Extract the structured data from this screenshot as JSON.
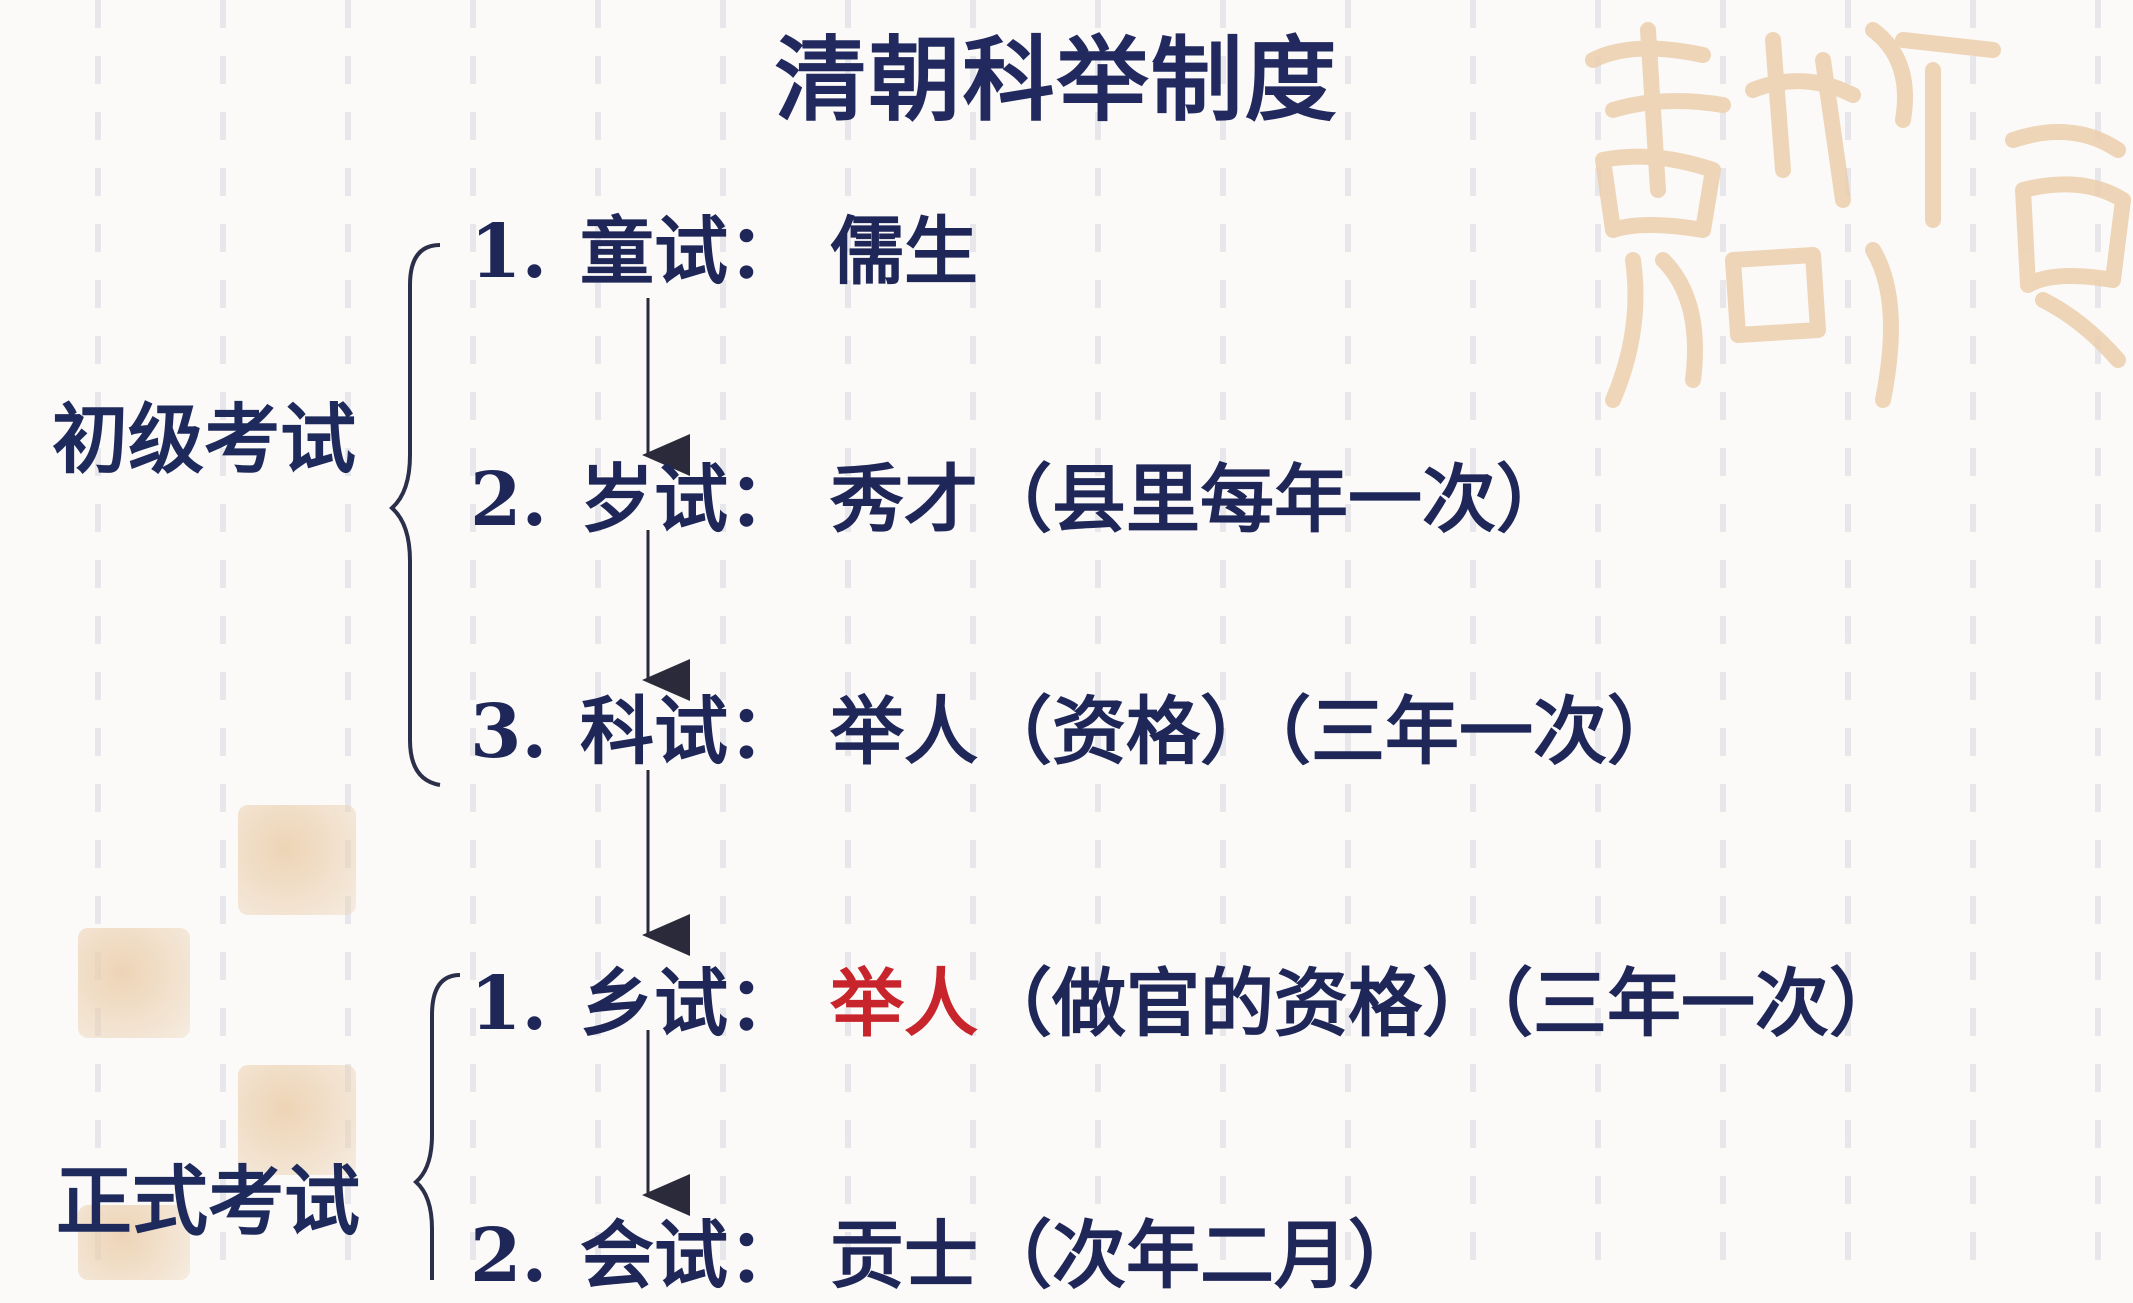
{
  "title": "清朝科举制度",
  "groups": [
    {
      "label": "初级考试",
      "items": [
        {
          "num": "1.",
          "exam": "童试：",
          "result": "儒生",
          "note": ""
        },
        {
          "num": "2.",
          "exam": "岁试：",
          "result": "秀才",
          "note": "（县里每年一次）"
        },
        {
          "num": "3.",
          "exam": "科试：",
          "result": "举人",
          "note": "（资格）（三年一次）"
        }
      ]
    },
    {
      "label": "正式考试",
      "items": [
        {
          "num": "1.",
          "exam": "乡试：",
          "result": "举人",
          "note": "（做官的资格）（三年一次）"
        },
        {
          "num": "2.",
          "exam": "会试：",
          "result": "贡士",
          "note": "（次年二月）"
        }
      ]
    }
  ],
  "colors": {
    "text": "#1f2658",
    "highlight": "#c8242c",
    "decoration": "#eccfae"
  },
  "icons": [
    "calligraphy-watermark",
    "seal-stamp"
  ]
}
